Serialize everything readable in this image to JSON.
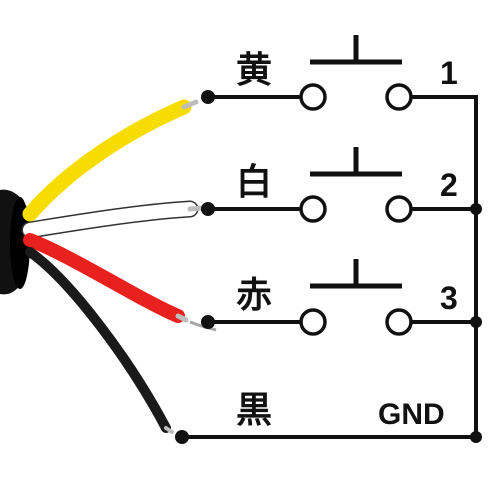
{
  "diagram": {
    "colors": {
      "line": "#111111",
      "yellow": "#f7dc00",
      "white": "#ffffff",
      "red": "#e8201e",
      "black": "#1a1a1a",
      "copper": "#b8b8b8"
    },
    "wires": [
      {
        "label": "黄",
        "number": "1",
        "color": "yellow"
      },
      {
        "label": "白",
        "number": "2",
        "color": "white"
      },
      {
        "label": "赤",
        "number": "3",
        "color": "red"
      },
      {
        "label": "黒",
        "number": "GND",
        "color": "black"
      }
    ],
    "switches": [
      {
        "id": "switch-1",
        "type": "push-button-normally-open"
      },
      {
        "id": "switch-2",
        "type": "push-button-normally-open"
      },
      {
        "id": "switch-3",
        "type": "push-button-normally-open"
      }
    ]
  }
}
